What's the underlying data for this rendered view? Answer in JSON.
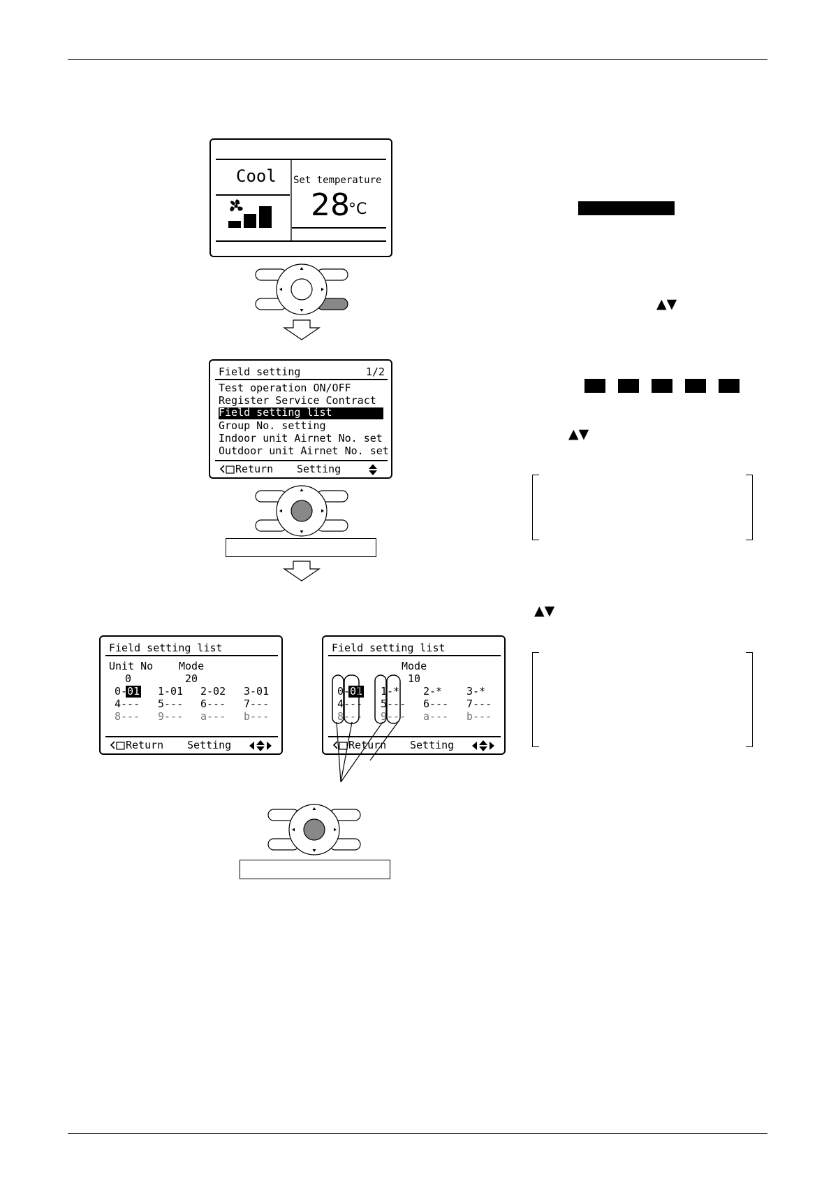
{
  "screen1": {
    "mode": "Cool",
    "set_temp_label": "Set temperature",
    "temp_value": "28",
    "temp_unit": "°C"
  },
  "screen2": {
    "title": "Field setting",
    "page": "1/2",
    "items": [
      "Test operation ON/OFF",
      "Register Service Contract",
      "Field setting list",
      "Group No. setting",
      "Indoor unit Airnet No. set",
      "Outdoor unit Airnet No. set"
    ],
    "footer_return": "Return",
    "footer_setting": "Setting",
    "footer_arrows": "◆"
  },
  "screen3": {
    "title": "Field setting list",
    "unit_no_label": "Unit No",
    "unit_no_value": "0",
    "mode_label": "Mode",
    "mode_value": "20",
    "row1": [
      "0-",
      "01",
      "1-01",
      "2-02",
      "3-01"
    ],
    "row2": [
      "4---",
      "5---",
      "6---",
      "7---"
    ],
    "row3": [
      "8---",
      "9---",
      "a---",
      "b---"
    ],
    "footer_return": "Return",
    "footer_setting": "Setting",
    "footer_arrows": "◀◆▶"
  },
  "screen4": {
    "title": "Field setting list",
    "mode_label": "Mode",
    "mode_value": "10",
    "row1": [
      "0-",
      "01",
      "1-*",
      "2-*",
      "3-*"
    ],
    "row2": [
      "4---",
      "5---",
      "6---",
      "7---"
    ],
    "row3": [
      "8---",
      "9---",
      "a---",
      "b---"
    ],
    "footer_return": "Return",
    "footer_setting": "Setting",
    "footer_arrows": "◀◆▶"
  },
  "instructions": {
    "updown_arrows": "▲▼"
  }
}
